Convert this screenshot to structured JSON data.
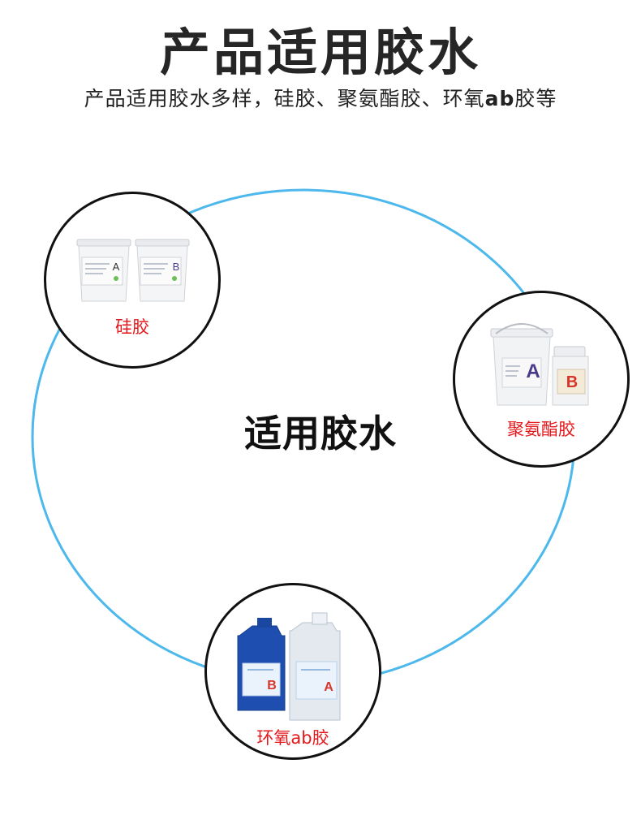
{
  "header": {
    "title": "产品适用胶水",
    "subtitle_prefix": "产品适用胶水多样，硅胶、聚氨酯胶、环氧",
    "subtitle_bold": "ab",
    "subtitle_suffix": "胶等"
  },
  "center": {
    "label": "适用胶水"
  },
  "glues": [
    {
      "label": "硅胶",
      "marks": [
        "A",
        "B"
      ],
      "icon": "bucket-pair-icon"
    },
    {
      "label": "聚氨酯胶",
      "marks": [
        "A",
        "B"
      ],
      "icon": "bucket-and-jug-icon"
    },
    {
      "label": "环氧ab胶",
      "marks": [
        "B",
        "A"
      ],
      "icon": "jug-pair-icon"
    }
  ],
  "colors": {
    "ring": "#4db8ec",
    "label_red": "#e4171b",
    "bubble_border": "#111111",
    "mark_purple": "#4a3a8c",
    "mark_red": "#d8352a",
    "jug_blue": "#1e4fb0"
  }
}
